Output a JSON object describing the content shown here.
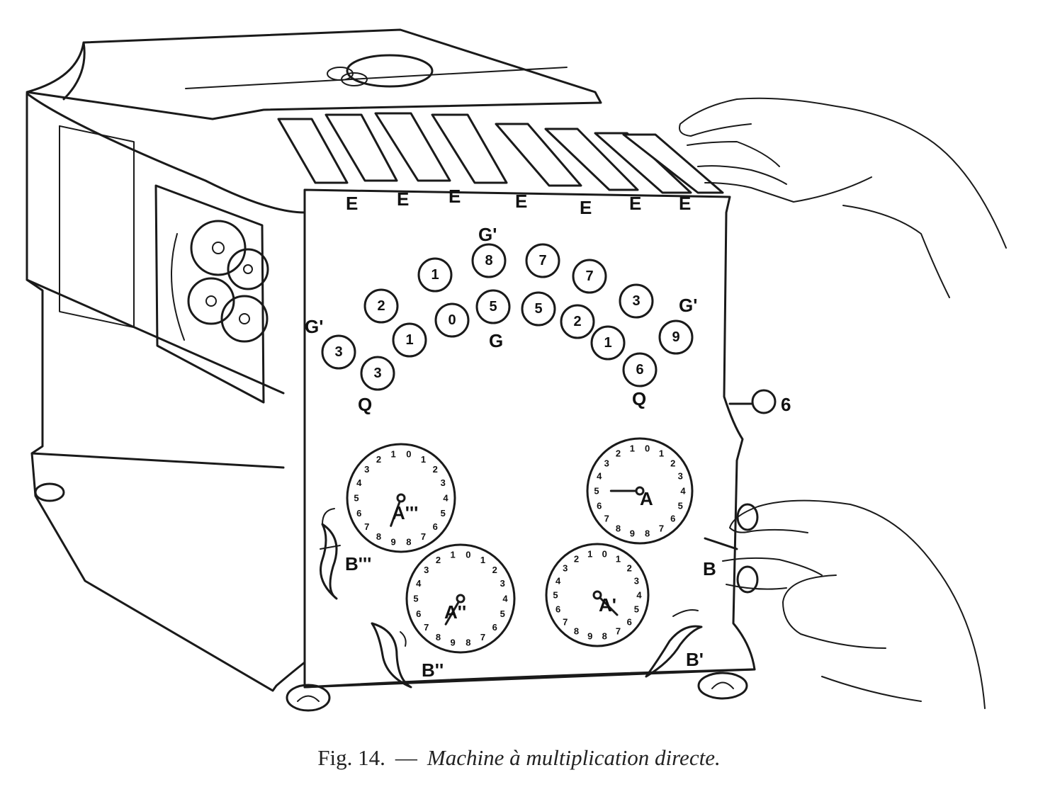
{
  "figure": {
    "caption_number": "Fig. 14.",
    "caption_dash": "—",
    "caption_title": "Machine à multiplication directe."
  },
  "labels": {
    "E": "E",
    "G": "G",
    "G_prime": "G'",
    "Q": "Q",
    "A": "A",
    "A_prime": "A'",
    "A_double": "A''",
    "A_triple": "A'''",
    "B": "B",
    "B_prime": "B'",
    "B_double": "B''",
    "B_triple": "B'''",
    "key_number": "6"
  },
  "digit_windows": {
    "arc_outer": [
      "3",
      "2",
      "1",
      "8",
      "7",
      "7",
      "3",
      "9"
    ],
    "arc_inner": [
      "3",
      "1",
      "0",
      "5",
      "5",
      "2",
      "1",
      "6"
    ]
  },
  "dials": {
    "scale_top": [
      "1",
      "0",
      "1"
    ],
    "scale_left": [
      "2",
      "3",
      "4",
      "5",
      "6",
      "7"
    ],
    "scale_right": [
      "2",
      "3",
      "4",
      "5",
      "6",
      "7"
    ],
    "scale_bottom": [
      "8",
      "9",
      "8"
    ]
  }
}
